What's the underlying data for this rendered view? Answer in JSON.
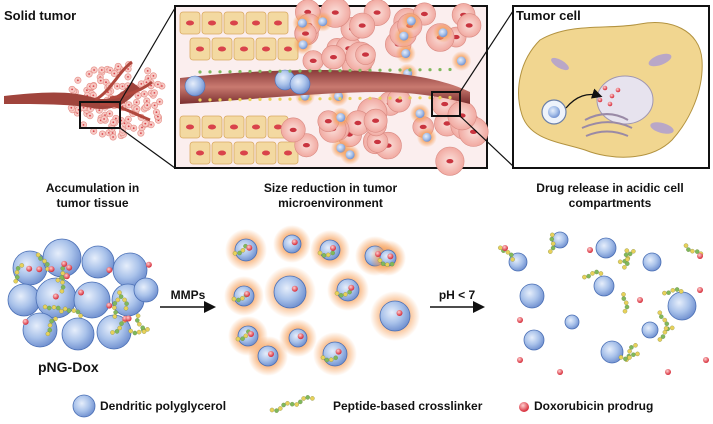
{
  "titles": {
    "solid_tumor": "Solid tumor",
    "tumor_cell": "Tumor cell"
  },
  "captions": {
    "accumulation": [
      "Accumulation in",
      "tumor tissue"
    ],
    "size_reduction": [
      "Size reduction in tumor",
      "microenvironment"
    ],
    "drug_release": [
      "Drug release in acidic cell",
      "compartments"
    ]
  },
  "arrows": {
    "mmps": "MMPs",
    "ph": "pH < 7"
  },
  "nanogel_label": "pNG-Dox",
  "legend": {
    "dendritic": "Dendritic polyglycerol",
    "peptide": "Peptide-based crosslinker",
    "doxorubicin": "Doxorubicin prodrug"
  },
  "colors": {
    "sphere": "#9fb9e6",
    "sphere_edge": "#4a6fb5",
    "glow": "#f6a05a",
    "bead_yellow": "#e8d15a",
    "bead_green": "#7fb85c",
    "dox": "#e0505a",
    "cell_pink": "#f4a8a0",
    "cell_yellow": "#f3d9a1",
    "tumor_cell_body": "#f1d690"
  }
}
